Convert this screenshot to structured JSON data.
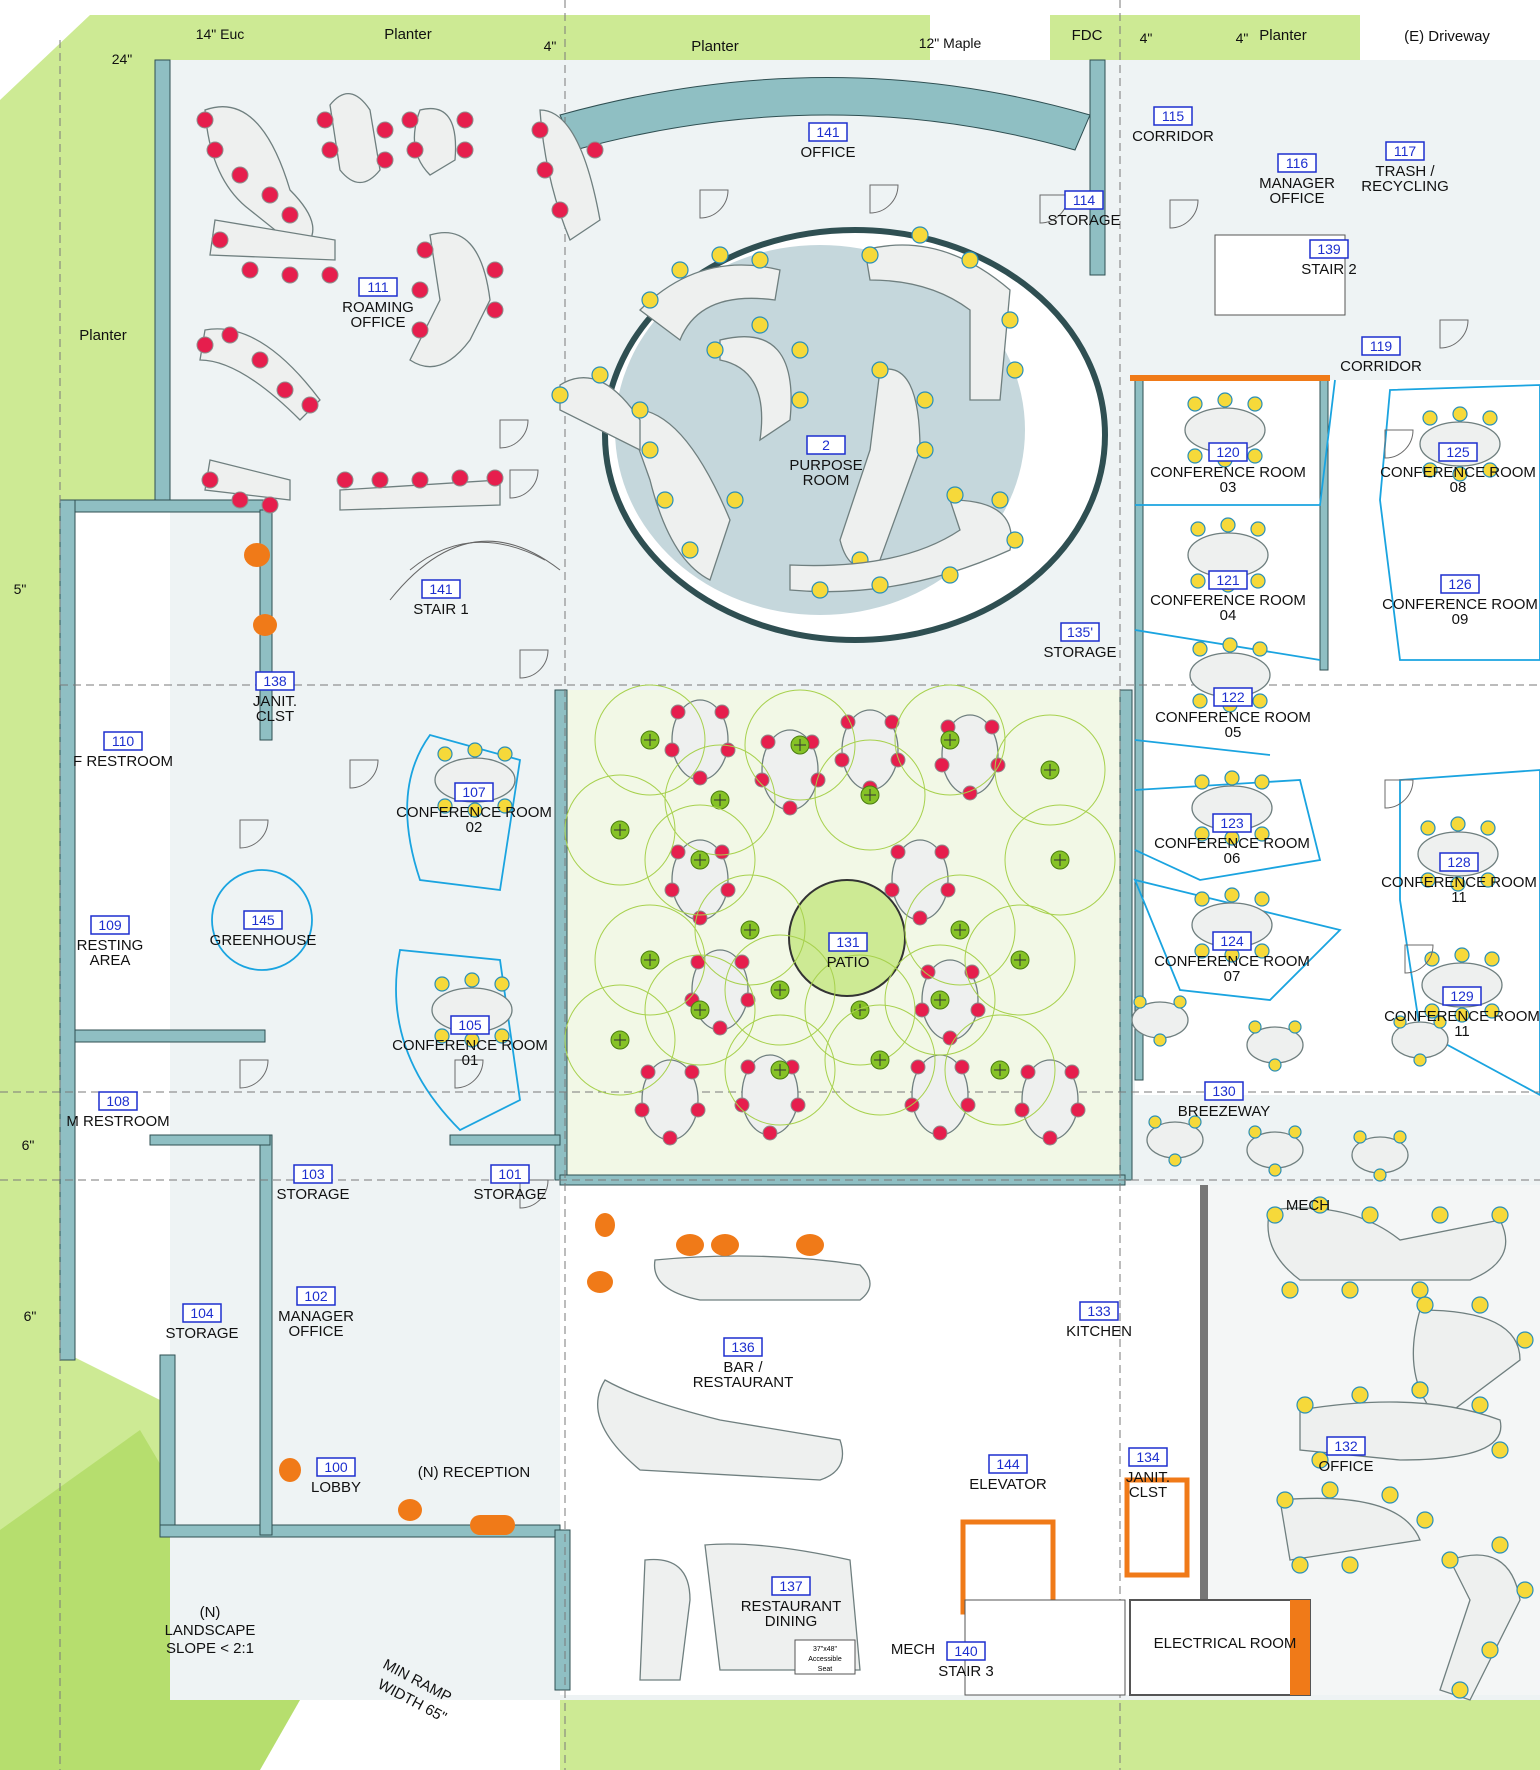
{
  "rooms": [
    {
      "number": "141",
      "name": "OFFICE"
    },
    {
      "number": "111",
      "name": "ROAMING OFFICE"
    },
    {
      "number": "2",
      "name": "PURPOSE ROOM"
    },
    {
      "number": "115",
      "name": "CORRIDOR"
    },
    {
      "number": "116",
      "name": "MANAGER OFFICE"
    },
    {
      "number": "117",
      "name": "TRASH / RECYCLING"
    },
    {
      "number": "114",
      "name": "STORAGE"
    },
    {
      "number": "139",
      "name": "STAIR 2"
    },
    {
      "number": "119",
      "name": "CORRIDOR"
    },
    {
      "number": "120",
      "name": "CONFERENCE ROOM 03"
    },
    {
      "number": "125",
      "name": "CONFERENCE ROOM 08"
    },
    {
      "number": "121",
      "name": "CONFERENCE ROOM 04"
    },
    {
      "number": "126",
      "name": "CONFERENCE ROOM 09"
    },
    {
      "number": "135'",
      "name": "STORAGE"
    },
    {
      "number": "141",
      "name": "STAIR 1"
    },
    {
      "number": "138",
      "name": "JANIT. CLST"
    },
    {
      "number": "122",
      "name": "CONFERENCE ROOM 05"
    },
    {
      "number": "110",
      "name": "F RESTROOM"
    },
    {
      "number": "107",
      "name": "CONFERENCE ROOM 02"
    },
    {
      "number": "123",
      "name": "CONFERENCE ROOM 06"
    },
    {
      "number": "128",
      "name": "CONFERENCE ROOM 11"
    },
    {
      "number": "131",
      "name": "PATIO"
    },
    {
      "number": "109",
      "name": "RESTING AREA"
    },
    {
      "number": "145",
      "name": "GREENHOUSE"
    },
    {
      "number": "124",
      "name": "CONFERENCE ROOM 07"
    },
    {
      "number": "129",
      "name": "CONFERENCE ROOM 11"
    },
    {
      "number": "105",
      "name": "CONFERENCE ROOM 01"
    },
    {
      "number": "130",
      "name": "BREEZEWAY"
    },
    {
      "number": "108",
      "name": "M RESTROOM"
    },
    {
      "number": "103",
      "name": "STORAGE"
    },
    {
      "number": "101",
      "name": "STORAGE"
    },
    {
      "number": "133",
      "name": "KITCHEN"
    },
    {
      "number": "102",
      "name": "MANAGER OFFICE"
    },
    {
      "number": "136",
      "name": "BAR / RESTAURANT"
    },
    {
      "number": "104",
      "name": "STORAGE"
    },
    {
      "number": "132",
      "name": "OFFICE"
    },
    {
      "number": "144",
      "name": "ELEVATOR"
    },
    {
      "number": "134",
      "name": "JANIT. CLST"
    },
    {
      "number": "100",
      "name": "LOBBY"
    },
    {
      "number": "137",
      "name": "RESTAURANT DINING"
    },
    {
      "number": "140",
      "name": "STAIR 3"
    }
  ],
  "site_labels": {
    "planter_1": "Planter",
    "planter_2": "Planter",
    "planter_3": "Planter",
    "planter_left": "Planter",
    "fdc": "FDC",
    "driveway": "(E) Driveway",
    "reception": "(N) RECEPTION",
    "landscape_1": "(N)",
    "landscape_2": "LANDSCAPE",
    "landscape_3": "SLOPE < 2:1",
    "ramp_1": "MIN RAMP",
    "ramp_2": "WIDTH 65\"",
    "mech_1": "MECH",
    "mech_2": "MECH",
    "electrical": "ELECTRICAL ROOM",
    "accessible_1": "37\"x48\"",
    "accessible_2": "Accessible",
    "accessible_3": "Seat"
  },
  "tree_labels": {
    "euc": "14\" Euc",
    "maple": "12\" Maple",
    "t24": "24\"",
    "t4a": "4\"",
    "t4b": "4\"",
    "t4c": "4\"",
    "t5": "5\"",
    "t6a": "6\"",
    "t6b": "6\""
  },
  "colors": {
    "room_number": "#1d2fcf",
    "wall": "#8fbfc3",
    "landscape": "#cdea94",
    "chair_yellow": "#f6d93a",
    "chair_red": "#e61e4d",
    "accent_orange": "#f07a18",
    "glass_partition": "#1aa4e0"
  }
}
